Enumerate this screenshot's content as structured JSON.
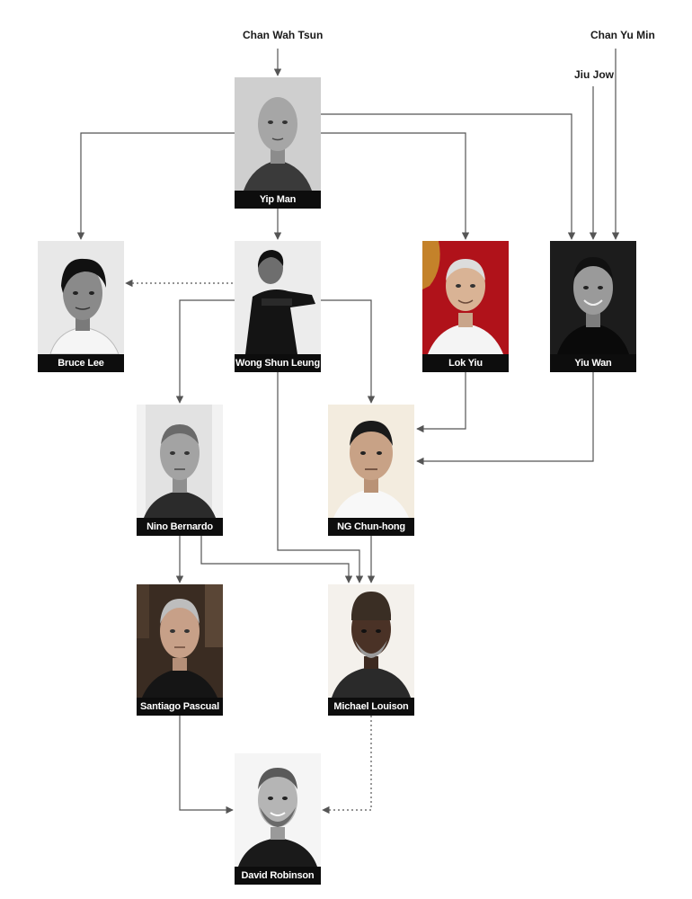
{
  "ancestors": {
    "chan_wah_tsun": "Chan Wah Tsun",
    "chan_yu_min": "Chan Yu Min",
    "jiu_jow": "Jiu Jow"
  },
  "people": {
    "yip_man": {
      "name": "Yip Man",
      "photo": "portrait-photo-grayscale"
    },
    "bruce_lee": {
      "name": "Bruce Lee",
      "photo": "portrait-photo-grayscale"
    },
    "wong_shun_leung": {
      "name": "Wong Shun Leung",
      "photo": "portrait-photo-grayscale"
    },
    "lok_yiu": {
      "name": "Lok Yiu",
      "photo": "portrait-photo-color"
    },
    "yiu_wan": {
      "name": "Yiu Wan",
      "photo": "portrait-photo-grayscale"
    },
    "nino_bernardo": {
      "name": "Nino Bernardo",
      "photo": "portrait-photo-grayscale"
    },
    "ng_chun_hong": {
      "name": "NG Chun-hong",
      "photo": "portrait-photo-color"
    },
    "santiago_pascual": {
      "name": "Santiago Pascual",
      "photo": "portrait-photo-color"
    },
    "michael_louison": {
      "name": "Michael Louison",
      "photo": "portrait-photo-color"
    },
    "david_robinson": {
      "name": "David Robinson",
      "photo": "portrait-photo-grayscale"
    }
  },
  "colors": {
    "connector": "#555555",
    "caption_bg": "#0d0d0d",
    "caption_text": "#ffffff"
  }
}
